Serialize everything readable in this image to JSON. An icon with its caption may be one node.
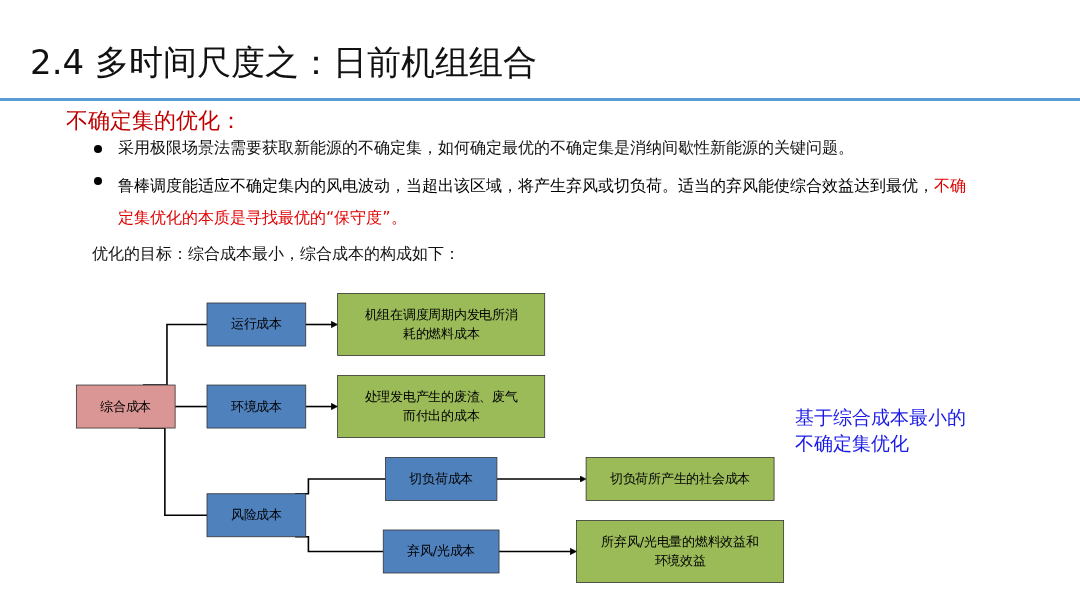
{
  "diagram": {
    "title": "2.4 多时间尺度之：日前机组组合",
    "nodes": [
      {
        "text": [
          "综合成本"
        ]
      },
      {
        "text": [
          "运行成本"
        ]
      },
      {
        "text": [
          "机组在调度周期内发电所消耗的燃料成本"
        ]
      },
      {
        "text": [
          "环境成本"
        ]
      },
      {
        "text": [
          "处理发电产生的废渣、废气而付出的成本"
        ]
      },
      {
        "text": [
          "风险成本"
        ]
      },
      {
        "text": [
          "切负荷成本"
        ]
      },
      {
        "text": [
          "切负荷所产生的社会成本"
        ]
      },
      {
        "text": [
          "弃风/光成本"
        ]
      },
      {
        "text": [
          "所弃风/光电量的燃料效益和环境效益"
        ]
      }
    ],
    "edges": [
      {
        "from": 0,
        "to": 1,
        "arrow": "none"
      },
      {
        "from": 0,
        "to": 3,
        "arrow": "none"
      },
      {
        "from": 0,
        "to": 5,
        "arrow": "none"
      },
      {
        "from": 1,
        "to": 2,
        "arrow": "to"
      },
      {
        "from": 3,
        "to": 4,
        "arrow": "to"
      },
      {
        "from": 5,
        "to": 6,
        "arrow": "none"
      },
      {
        "from": 5,
        "to": 8,
        "arrow": "none"
      },
      {
        "from": 6,
        "to": 7,
        "arrow": "to"
      },
      {
        "from": 8,
        "to": 9,
        "arrow": "to"
      }
    ],
    "labels": [
      "不确定集的优化：",
      "采用极限场景法需要获取新能源的不确定集，如何确定最优的不确定集是消纳间歇性新能源的关键问题。",
      "鲁棒调度能适应不确定集内的风电波动，当超出该区域，将产生弃风或切负荷。适当的弃风能使综合效益达到最优，",
      "不确定集优化的本质是寻找最优的“保守度”。",
      "优化的目标：综合成本最小，综合成本的构成如下：",
      "基于综合成本最小的不确定集优化"
    ]
  }
}
